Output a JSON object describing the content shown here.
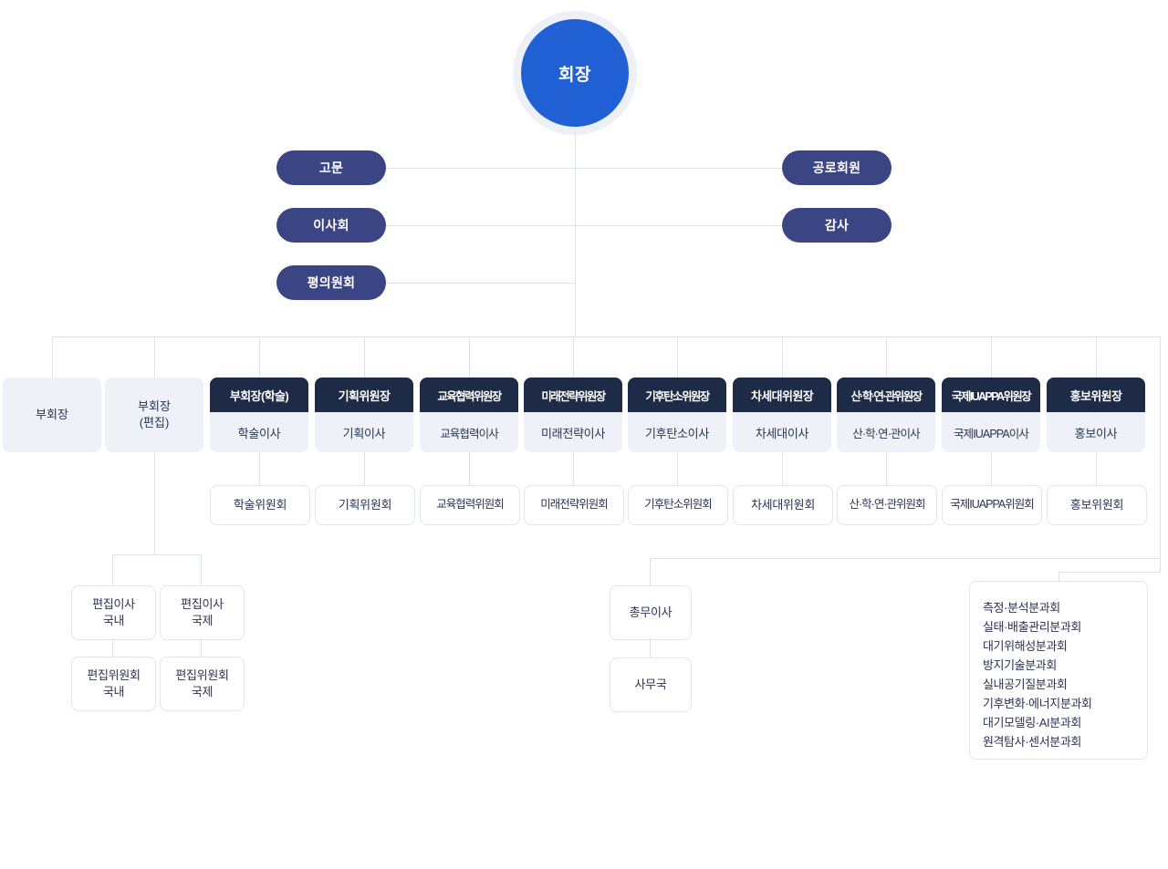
{
  "president": {
    "label": "회장"
  },
  "advisory": {
    "left": [
      {
        "name": "advisor",
        "label": "고문"
      },
      {
        "name": "board-of-directors",
        "label": "이사회"
      },
      {
        "name": "general-assembly",
        "label": "평의원회"
      }
    ],
    "right": [
      {
        "name": "honorary-member",
        "label": "공로회원"
      },
      {
        "name": "auditor",
        "label": "감사"
      }
    ]
  },
  "vice_presidents": [
    {
      "name": "vice-president",
      "line1": "부회장",
      "line2": ""
    },
    {
      "name": "vice-president-editorial",
      "line1": "부회장",
      "line2": "(편집)"
    }
  ],
  "committees": [
    {
      "name": "academic",
      "chair": "부회장(학술)",
      "director": "학술이사",
      "committee": "학술위원회"
    },
    {
      "name": "planning",
      "chair": "기획위원장",
      "director": "기획이사",
      "committee": "기획위원회"
    },
    {
      "name": "education",
      "chair": "교육협력위원장",
      "director": "교육협력이사",
      "committee": "교육협력위원회"
    },
    {
      "name": "future",
      "chair": "미래전략위원장",
      "director": "미래전략이사",
      "committee": "미래전략위원회"
    },
    {
      "name": "carbon",
      "chair": "기후탄소위원장",
      "director": "기후탄소이사",
      "committee": "기후탄소위원회"
    },
    {
      "name": "next-gen",
      "chair": "차세대위원장",
      "director": "차세대이사",
      "committee": "차세대위원회"
    },
    {
      "name": "industry",
      "chair": "산·학·연·관위원장",
      "director": "산·학·연·관이사",
      "committee": "산·학·연·관위원회"
    },
    {
      "name": "iuappa",
      "chair": "국제IUAPPA위원장",
      "director": "국제IUAPPA이사",
      "committee": "국제IUAPPA위원회"
    },
    {
      "name": "pr",
      "chair": "홍보위원장",
      "director": "홍보이사",
      "committee": "홍보위원회"
    }
  ],
  "editorial": {
    "directors": [
      {
        "name": "editor-domestic",
        "line1": "편집이사",
        "line2": "국내"
      },
      {
        "name": "editor-international",
        "line1": "편집이사",
        "line2": "국제"
      }
    ],
    "committees": [
      {
        "name": "editorial-board-domestic",
        "line1": "편집위원회",
        "line2": "국내"
      },
      {
        "name": "editorial-board-international",
        "line1": "편집위원회",
        "line2": "국제"
      }
    ]
  },
  "general_affairs": {
    "director": {
      "name": "general-affairs-director",
      "label": "총무이사"
    },
    "office": {
      "name": "secretariat",
      "label": "사무국"
    }
  },
  "divisions": [
    "측정·분석분과회",
    "실태·배출관리분과회",
    "대기위해성분과회",
    "방지기술분과회",
    "실내공기질분과회",
    "기후변화·에너지분과회",
    "대기모델링·AI분과회",
    "원격탐사·센서분과회"
  ],
  "colors": {
    "president_circle": "#2060d4",
    "president_ring": "#edf1f7",
    "pill": "#3b4584",
    "chair_header": "#1e2b46",
    "chair_body": "#eef2f8",
    "line": "#dfe3e8",
    "box_border": "#e2e5ea",
    "text": "#2b3450"
  }
}
